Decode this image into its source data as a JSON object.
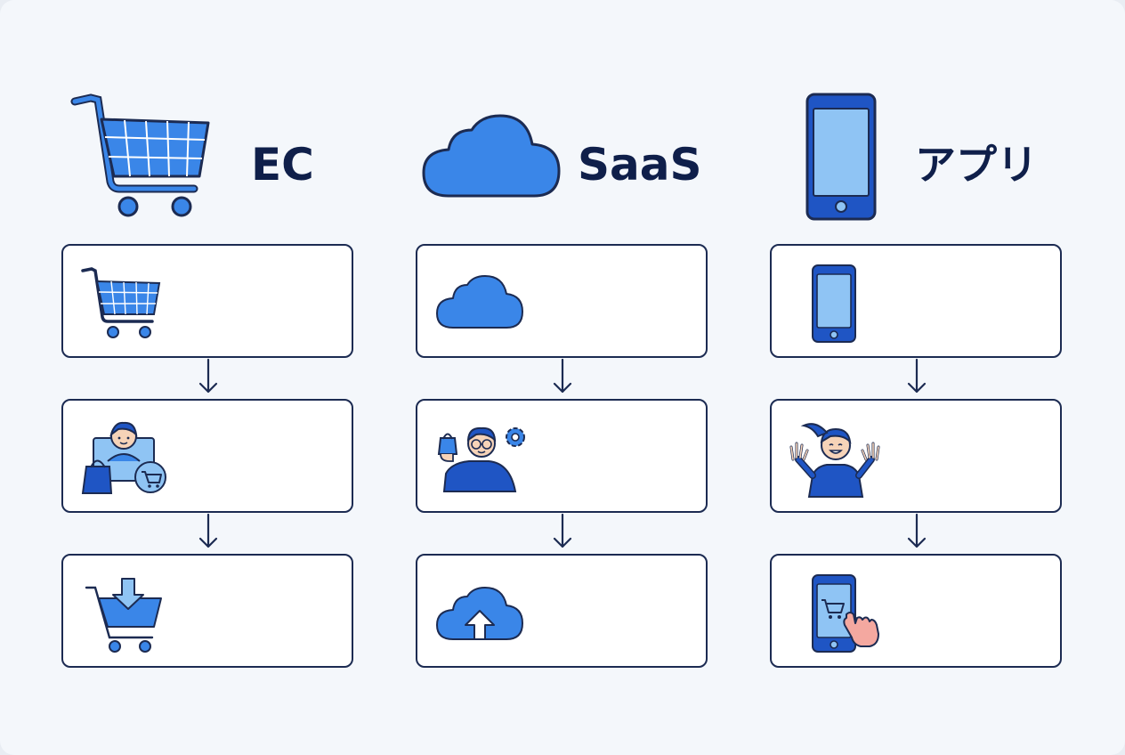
{
  "columns": [
    {
      "id": "ec",
      "heading": "EC",
      "header_icon": "shopping-cart-icon",
      "steps": [
        {
          "icon": "shopping-cart-icon"
        },
        {
          "icon": "customer-with-shopping-bag-icon"
        },
        {
          "icon": "cart-add-download-icon"
        }
      ]
    },
    {
      "id": "saas",
      "heading": "SaaS",
      "header_icon": "cloud-icon",
      "steps": [
        {
          "icon": "cloud-icon"
        },
        {
          "icon": "user-with-settings-gear-icon"
        },
        {
          "icon": "cloud-upload-icon"
        }
      ]
    },
    {
      "id": "app",
      "heading": "アプリ",
      "header_icon": "smartphone-icon",
      "steps": [
        {
          "icon": "smartphone-icon"
        },
        {
          "icon": "happy-user-waving-icon"
        },
        {
          "icon": "smartphone-tap-cart-icon"
        }
      ]
    }
  ],
  "colors": {
    "ink": "#1c2b52",
    "blue": "#3a86e8",
    "dark_blue": "#1f55c4",
    "light_blue": "#8fc4f4",
    "skin": "#f6d3b8",
    "hand_pink": "#f4a8a0"
  }
}
